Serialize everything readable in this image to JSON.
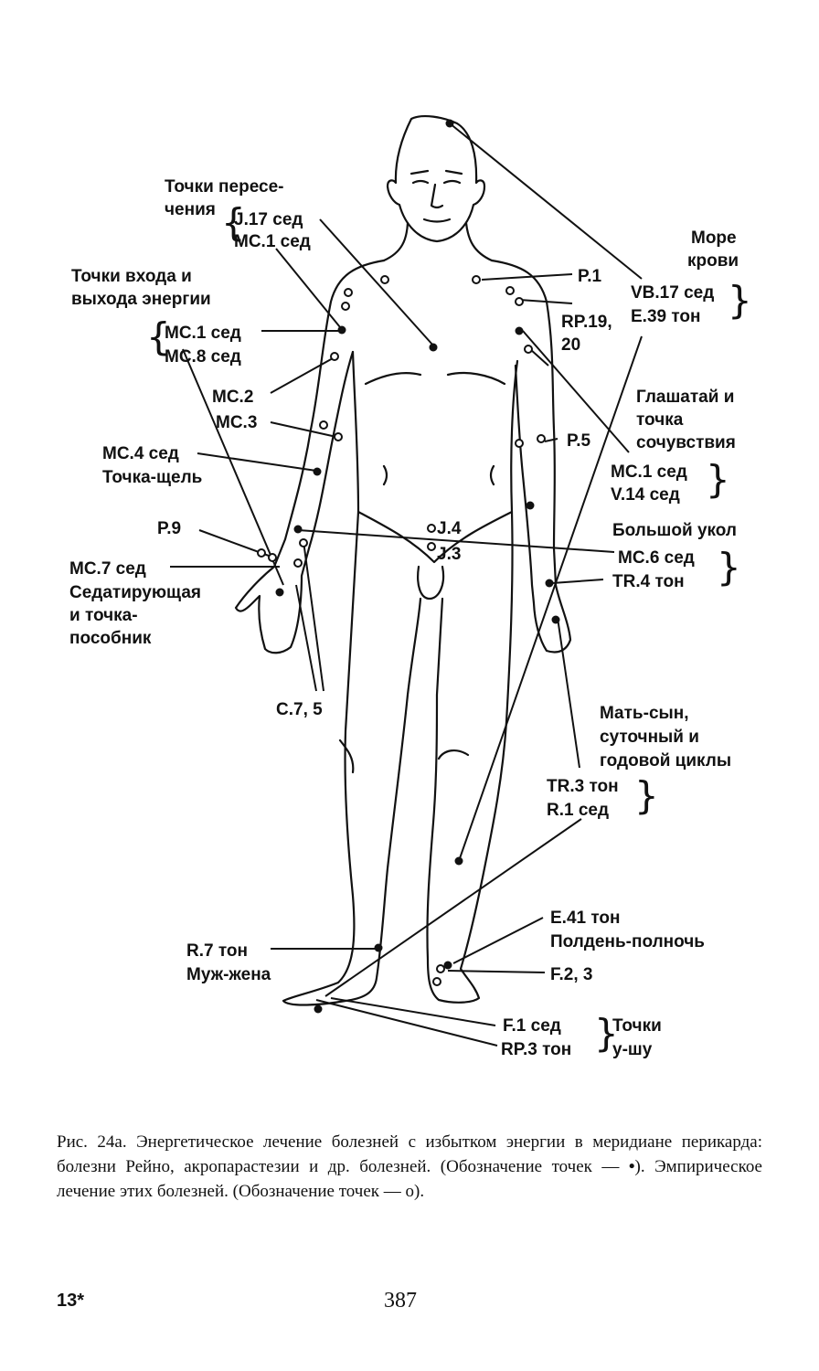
{
  "labels": {
    "intersection_title_1": "Точки пересе-",
    "intersection_title_2": "чения",
    "j17": "J.17 сед",
    "mc1_a": "MC.1 сед",
    "entry_exit_1": "Точки входа и",
    "entry_exit_2": "выхода энергии",
    "mc1_b": "MC.1 сед",
    "mc8": "MC.8 сед",
    "mc2": "MC.2",
    "mc3": "MC.3",
    "mc4": "MC.4 сед",
    "gap_point": "Точка-щель",
    "p9": "P.9",
    "mc7": "MC.7 сед",
    "sedative_1": "Седатирующая",
    "sedative_2": "и точка-",
    "sedative_3": "пособник",
    "c75": "C.7, 5",
    "sea_blood_1": "Море",
    "sea_blood_2": "крови",
    "p1": "P.1",
    "vb17": "VB.17 сед",
    "e39": "E.39 тон",
    "rp19_1": "RP.19,",
    "rp19_2": "20",
    "herald_1": "Глашатай и",
    "herald_2": "точка",
    "herald_3": "сочувствия",
    "p5": "P.5",
    "mc1_c": "MC.1 сед",
    "v14": "V.14 сед",
    "big_prick": "Большой укол",
    "j4": "J.4",
    "j3": "J.3",
    "mc6": "MC.6 сед",
    "tr4": "TR.4 тон",
    "mother_son_1": "Мать-сын,",
    "mother_son_2": "суточный и",
    "mother_son_3": "годовой циклы",
    "tr3": "TR.3 тон",
    "r1": "R.1 сед",
    "e41": "E.41 тон",
    "noon_midnight": "Полдень-полночь",
    "r7": "R.7 тон",
    "husband_wife": "Муж-жена",
    "f23": "F.2, 3",
    "f1": "F.1 сед",
    "rp3": "RP.3 тон",
    "wushu_1": "Точки",
    "wushu_2": "у-шу"
  },
  "caption": {
    "part1": "Рис. 24а. Энергетическое лечение болезней с избытком энергии в меридиане перикарда: болезни Рейно, акропарастезии и др. болезней. (Обозначение точек — ",
    "filled_symbol": "•",
    "part2": "). Эмпирическое лечение этих болезней. (Обозначение точек — ",
    "open_symbol": "о",
    "part3": ")."
  },
  "footer": {
    "signature": "13*",
    "page_number": "387"
  }
}
